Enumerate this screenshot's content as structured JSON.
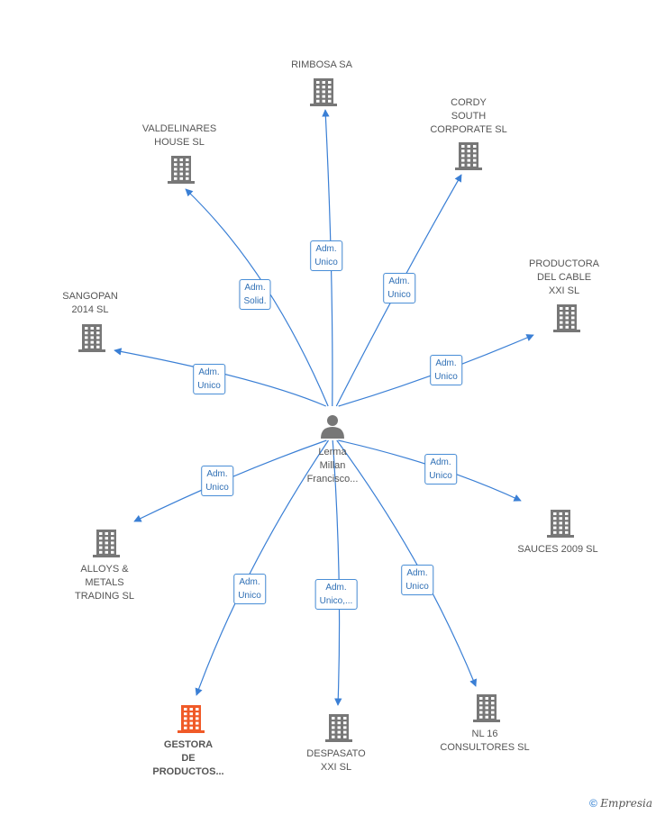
{
  "center": {
    "name": "Lerma\nMillan\nFrancisco...",
    "icon": "person-icon"
  },
  "nodes": [
    {
      "id": "rimbosa",
      "name": "RIMBOSA SA",
      "icon": "building-icon",
      "color": "#777777"
    },
    {
      "id": "valdelinares",
      "name": "VALDELINARES\nHOUSE SL",
      "icon": "building-icon",
      "color": "#777777"
    },
    {
      "id": "cordy",
      "name": "CORDY\nSOUTH\nCORPORATE SL",
      "icon": "building-icon",
      "color": "#777777"
    },
    {
      "id": "productora",
      "name": "PRODUCTORA\nDEL CABLE\nXXI SL",
      "icon": "building-icon",
      "color": "#777777"
    },
    {
      "id": "sangopan",
      "name": "SANGOPAN\n2014  SL",
      "icon": "building-icon",
      "color": "#777777"
    },
    {
      "id": "sauces",
      "name": "SAUCES 2009 SL",
      "icon": "building-icon",
      "color": "#777777"
    },
    {
      "id": "alloys",
      "name": "ALLOYS &\nMETALS\nTRADING  SL",
      "icon": "building-icon",
      "color": "#777777"
    },
    {
      "id": "nl16",
      "name": "NL 16\nCONSULTORES SL",
      "icon": "building-icon",
      "color": "#777777"
    },
    {
      "id": "despasato",
      "name": "DESPASATO\nXXI  SL",
      "icon": "building-icon",
      "color": "#777777"
    },
    {
      "id": "gestora",
      "name": "GESTORA\nDE\nPRODUCTOS...",
      "icon": "building-icon",
      "color": "#f05a28",
      "highlight": true
    }
  ],
  "edges": [
    {
      "to": "rimbosa",
      "label": "Adm.\nUnico"
    },
    {
      "to": "valdelinares",
      "label": "Adm.\nSolid."
    },
    {
      "to": "cordy",
      "label": "Adm.\nUnico"
    },
    {
      "to": "productora",
      "label": "Adm.\nUnico"
    },
    {
      "to": "sangopan",
      "label": "Adm.\nUnico"
    },
    {
      "to": "sauces",
      "label": "Adm.\nUnico"
    },
    {
      "to": "alloys",
      "label": "Adm.\nUnico"
    },
    {
      "to": "nl16",
      "label": "Adm.\nUnico"
    },
    {
      "to": "despasato",
      "label": "Adm.\nUnico,..."
    },
    {
      "to": "gestora",
      "label": "Adm.\nUnico"
    }
  ],
  "colors": {
    "edge": "#3a7fd5",
    "icon": "#777777",
    "highlight": "#f05a28"
  },
  "footer": {
    "copyright": "©",
    "brand": "Empresia"
  }
}
